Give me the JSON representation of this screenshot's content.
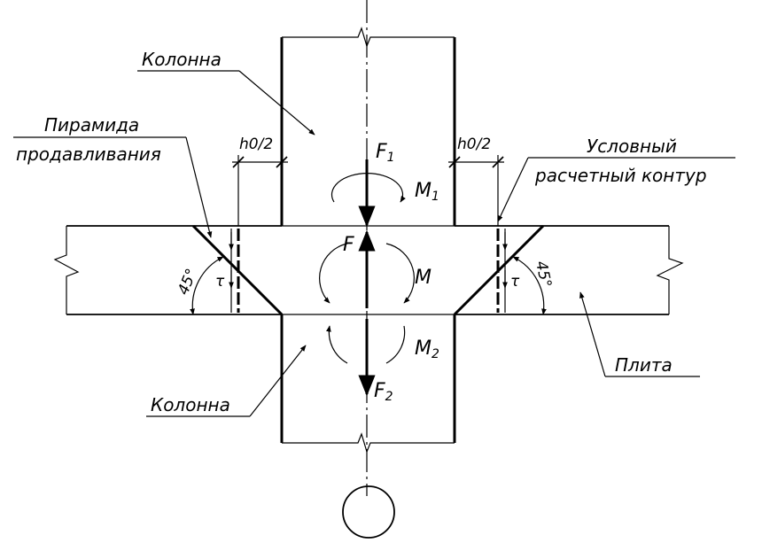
{
  "labels": {
    "column_top": "Колонна",
    "column_bottom": "Колонна",
    "pyramid_line1": "Пирамида",
    "pyramid_line2": "продавливания",
    "contour_line1": "Условный",
    "contour_line2": "расчетный контур",
    "slab": "Плита",
    "h0_left": "h0/2",
    "h0_right": "h0/2",
    "angle_left": "45°",
    "angle_right": "45°",
    "tau_left": "τ",
    "tau_right": "τ"
  },
  "forces": {
    "F1": "F",
    "F1_sub": "1",
    "M1": "M",
    "M1_sub": "1",
    "F": "F",
    "M": "M",
    "M2": "M",
    "M2_sub": "2",
    "F2": "F",
    "F2_sub": "2"
  }
}
